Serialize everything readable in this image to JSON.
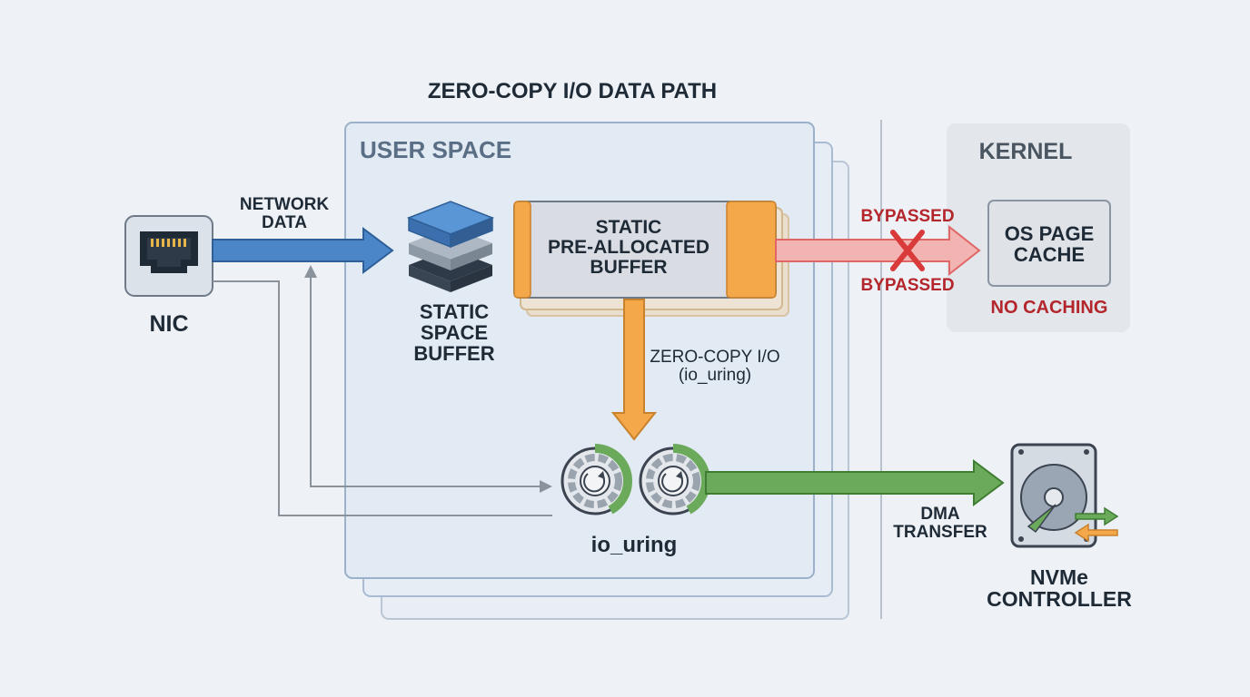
{
  "title": "ZERO-COPY I/O DATA PATH",
  "user_space": {
    "label": "USER SPACE"
  },
  "kernel": {
    "label": "KERNEL",
    "os_page_cache": "OS PAGE\nCACHE",
    "no_caching": "NO CACHING"
  },
  "nic": {
    "label": "NIC"
  },
  "network_data": "NETWORK\nDATA",
  "static_space_buffer": "STATIC\nSPACE\nBUFFER",
  "preallocated_buffer": "STATIC\nPRE-ALLOCATED\nBUFFER",
  "bypassed_top": "BYPASSED",
  "bypassed_bottom": "BYPASSED",
  "zero_copy": "ZERO-COPY I/O\n(io_uring)",
  "io_uring": "io_uring",
  "dma_transfer": "DMA\nTRANSFER",
  "nvme": "NVMe\nCONTROLLER",
  "colors": {
    "blue_arrow": "#4a86c8",
    "orange_arrow": "#f5a84a",
    "red_arrow": "#e06666",
    "green_arrow": "#6aaa5a",
    "block_x": "#d93a3a"
  }
}
